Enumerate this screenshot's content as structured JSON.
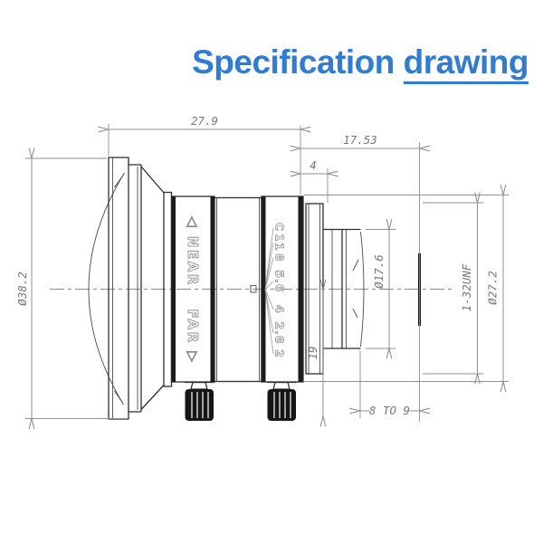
{
  "title": {
    "prefix": "Specification",
    "underlined": "drawing"
  },
  "colors": {
    "accent": "#2e7cd6",
    "outline": "#2f2f2f",
    "dimension": "#8f8f8f"
  },
  "drawing": {
    "dims": {
      "overall_length": "27.9",
      "rear_length": "17.53",
      "thread_length": "4",
      "front_diameter": "Ø38.2",
      "rear_element_diameter": "Ø17.6",
      "thread_spec": "1-32UNF",
      "mount_diameter": "Ø27.2",
      "rear_offset": "19",
      "flange_distance": "8 TO 9"
    },
    "focus_ring": {
      "near": "◁ NEAR",
      "far": "FAR ▷"
    },
    "aperture_ring": {
      "labels": [
        "C",
        "11",
        "8",
        "5.6",
        "4",
        "2.8",
        "2"
      ]
    }
  }
}
